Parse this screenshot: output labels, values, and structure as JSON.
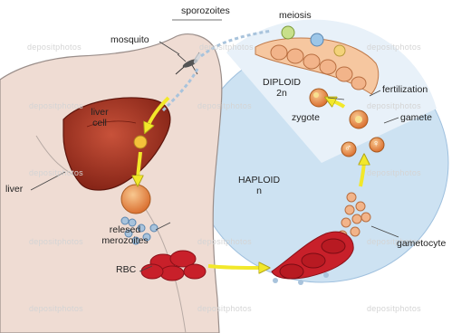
{
  "labels": {
    "sporozoites": "sporozoites",
    "meiosis": "meiosis",
    "mosquito": "mosquito",
    "diploid": "DIPLOID",
    "diploid_n": "2n",
    "fertilization": "fertilization",
    "zygote": "zygote",
    "gamete": "gamete",
    "liver_cell_1": "liver",
    "liver_cell_2": "cell",
    "liver": "liver",
    "haploid": "HAPLOID",
    "haploid_n": "n",
    "relesed_1": "relesed",
    "relesed_2": "merozoites",
    "rbc": "RBC",
    "gametocyte": "gametocyte"
  },
  "sex_symbols": {
    "male": "♂",
    "female": "♀"
  },
  "watermark": "depositphotos",
  "colors": {
    "skin": "#efdcd3",
    "skin_outline": "#9a8e8a",
    "cycle_fill": "#cde2f2",
    "diploid_wedge": "#e8f1f9",
    "liver": "#a4311f",
    "rbc": "#c8202a",
    "arrow": "#f2e82a",
    "merozoite": "#a8c3dc",
    "stage_orange": "#f0a03a",
    "meiosis_cell": "#f6c7a0"
  }
}
